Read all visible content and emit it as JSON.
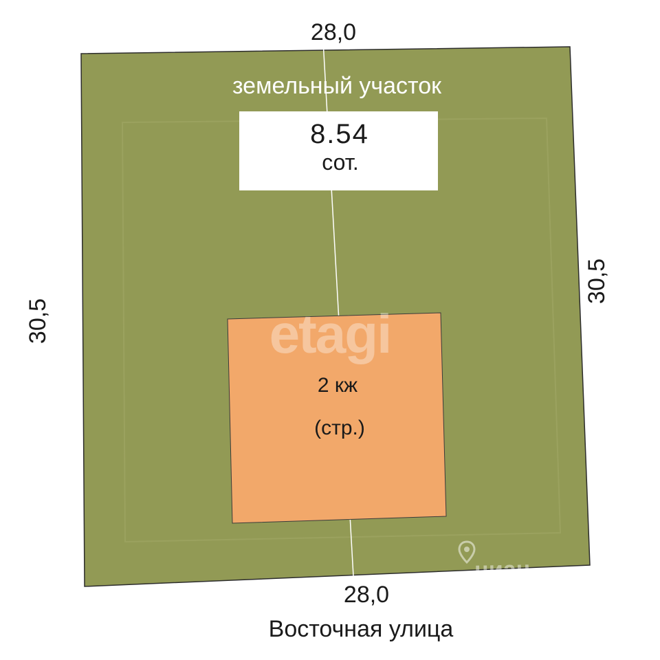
{
  "plot": {
    "title": "земельный участок",
    "area_value": "8.54",
    "area_unit": "сот.",
    "fill_color": "#929a55",
    "outline_color": "#2c2c2c"
  },
  "dimensions": {
    "top": "28,0",
    "bottom": "28,0",
    "left": "30,5",
    "right": "30,5"
  },
  "house": {
    "label": "2 кж",
    "status": "(стр.)",
    "fill_color": "#f2a86a"
  },
  "street": {
    "name": "Восточная улица"
  },
  "watermarks": {
    "etagi": "etagi",
    "cian": "циан"
  },
  "icons": {
    "pin": "location-pin-icon"
  }
}
